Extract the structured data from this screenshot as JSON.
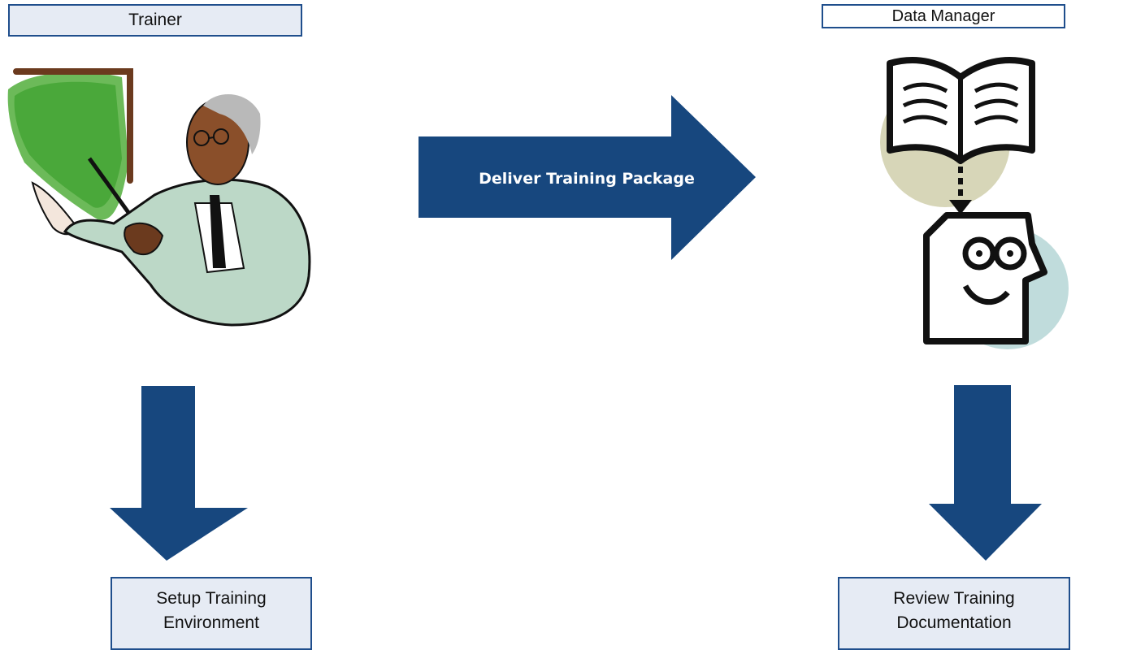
{
  "boxes": {
    "trainer": "Trainer",
    "data_manager": "Data Manager",
    "setup": "Setup Training\nEnvironment",
    "review": "Review Training\nDocumentation"
  },
  "arrows": {
    "deliver_label": "Deliver Training Package"
  },
  "colors": {
    "arrow_fill": "#17477e",
    "box_border": "#1f4e8c",
    "box_fill": "#e6ebf4"
  },
  "icons": {
    "trainer_clipart": "teacher-at-board-icon",
    "data_manager_clipart": "book-and-reader-icon"
  }
}
